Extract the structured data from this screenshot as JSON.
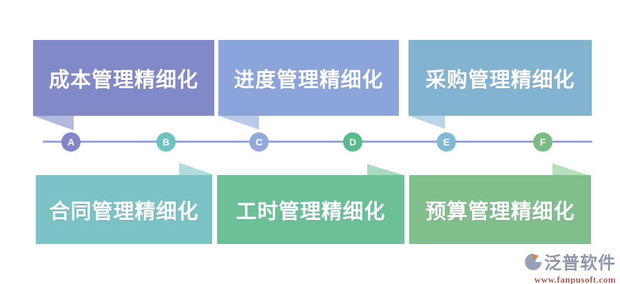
{
  "canvas": {
    "background": "#ffffff"
  },
  "boxes": [
    {
      "id": "cost",
      "label": "成本管理精细化",
      "row": "top",
      "points_to_node": "A",
      "color": "#8289c8",
      "tail_color": "#b3b8de"
    },
    {
      "id": "progress",
      "label": "进度管理精细化",
      "row": "top",
      "points_to_node": "C",
      "color": "#8ba5db",
      "tail_color": "#bac8ea"
    },
    {
      "id": "purchase",
      "label": "采购管理精细化",
      "row": "top",
      "points_to_node": "E",
      "color": "#82b4d2",
      "tail_color": "#b9d5e7"
    },
    {
      "id": "contract",
      "label": "合同管理精细化",
      "row": "bottom",
      "points_to_node": "B",
      "color": "#7ac2c4",
      "tail_color": "#b0dcdc"
    },
    {
      "id": "hours",
      "label": "工时管理精细化",
      "row": "bottom",
      "points_to_node": "D",
      "color": "#6cc098",
      "tail_color": "#a9dac1"
    },
    {
      "id": "budget",
      "label": "预算管理精细化",
      "row": "bottom",
      "points_to_node": "F",
      "color": "#80be8b",
      "tail_color": "#b6dfbc"
    }
  ],
  "timeline": {
    "line_color": "#98a4d6",
    "nodes": [
      {
        "label": "A",
        "color": "#8187c9"
      },
      {
        "label": "B",
        "color": "#6ec2c0"
      },
      {
        "label": "C",
        "color": "#93a8de"
      },
      {
        "label": "D",
        "color": "#56bc8c"
      },
      {
        "label": "E",
        "color": "#7fb8d9"
      },
      {
        "label": "F",
        "color": "#79bc84"
      }
    ]
  },
  "watermark": {
    "brand": "泛普软件",
    "url": "www.fanpusoft.com",
    "brand_color": "#8e97aa",
    "url_color": "#b05a52",
    "mark_body_color": "#97a0b4",
    "mark_accent_color": "#e0823d"
  }
}
